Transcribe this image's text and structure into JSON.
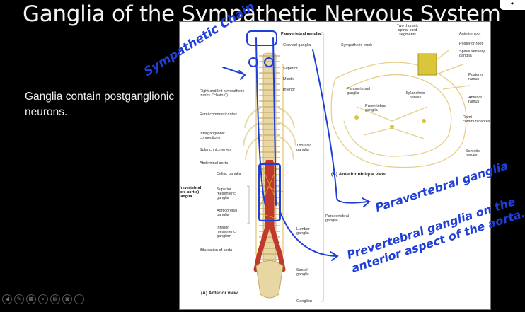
{
  "slide": {
    "title": "Ganglia of the Sympathetic Nervous System",
    "bullet": "Ganglia contain postganglionic neurons.",
    "corner_menu": "•"
  },
  "figure": {
    "left_labels": [
      {
        "name": "paravertebral-ganglia-head",
        "text": "Paravertebral ganglia:",
        "bold": true
      },
      {
        "name": "cervical",
        "text": "Cervical ganglia"
      },
      {
        "name": "superior",
        "text": "Superior"
      },
      {
        "name": "middle",
        "text": "Middle"
      },
      {
        "name": "inferior",
        "text": "Inferior"
      },
      {
        "name": "trunks",
        "text": "Right and left sympathetic trunks (\"chains\")"
      },
      {
        "name": "rami",
        "text": "Rami communicantes"
      },
      {
        "name": "interganglionic",
        "text": "Interganglionic connections"
      },
      {
        "name": "splanchnic",
        "text": "Splanchnic nerves"
      },
      {
        "name": "abdominal-aorta",
        "text": "Abdominal aorta"
      },
      {
        "name": "thoracic",
        "text": "Thoracic ganglia"
      },
      {
        "name": "prevertebral-head",
        "text": "Prevertebral (pre-aortic) ganglia",
        "bold": true
      },
      {
        "name": "celiac",
        "text": "Celiac ganglia"
      },
      {
        "name": "superior-mesenteric",
        "text": "Superior mesenteric ganglia"
      },
      {
        "name": "aorticorenal",
        "text": "Aorticorenal ganglia"
      },
      {
        "name": "inferior-mesenteric",
        "text": "Inferior mesenteric ganglion"
      },
      {
        "name": "bifurcation",
        "text": "Bifurcation of aorta"
      },
      {
        "name": "paravertebral-right",
        "text": "Paravertebral ganglia"
      },
      {
        "name": "lumbar",
        "text": "Lumbar ganglia"
      },
      {
        "name": "sacral",
        "text": "Sacral ganglia"
      },
      {
        "name": "ganglion",
        "text": "Ganglion"
      }
    ],
    "right_labels": [
      {
        "name": "two-thoracic",
        "text": "Two thoracic spinal cord segments"
      },
      {
        "name": "sympathetic-trunk",
        "text": "Sympathetic trunk"
      },
      {
        "name": "anterior-root",
        "text": "Anterior root"
      },
      {
        "name": "posterior-root",
        "text": "Posterior root"
      },
      {
        "name": "spinal-sensory",
        "text": "Spinal sensory ganglia"
      },
      {
        "name": "posterior-ramus",
        "text": "Posterior ramus"
      },
      {
        "name": "paravertebral-b",
        "text": "Paravertebral ganglia"
      },
      {
        "name": "splanchnic-b",
        "text": "Splanchnic nerves"
      },
      {
        "name": "anterior-ramus",
        "text": "Anterior ramus"
      },
      {
        "name": "prevertebral-b",
        "text": "Prevertebral ganglia"
      },
      {
        "name": "rami-b",
        "text": "Rami communicantes"
      },
      {
        "name": "somatic",
        "text": "Somatic nerves"
      }
    ],
    "caption_a": "(A) Anterior view",
    "caption_b": "(B) Anterior oblique view"
  },
  "annotations": {
    "sympathetic_chain": "Sympathetic Chain",
    "paravertebral": "Paravertebral ganglia",
    "prevertebral": "Prevertebral ganglia on the anterior aspect of the aorta.",
    "ink_color": "#1f3fd8"
  },
  "controls": [
    "prev",
    "pen",
    "eraser",
    "zoom",
    "subtitles",
    "camera",
    "more"
  ]
}
